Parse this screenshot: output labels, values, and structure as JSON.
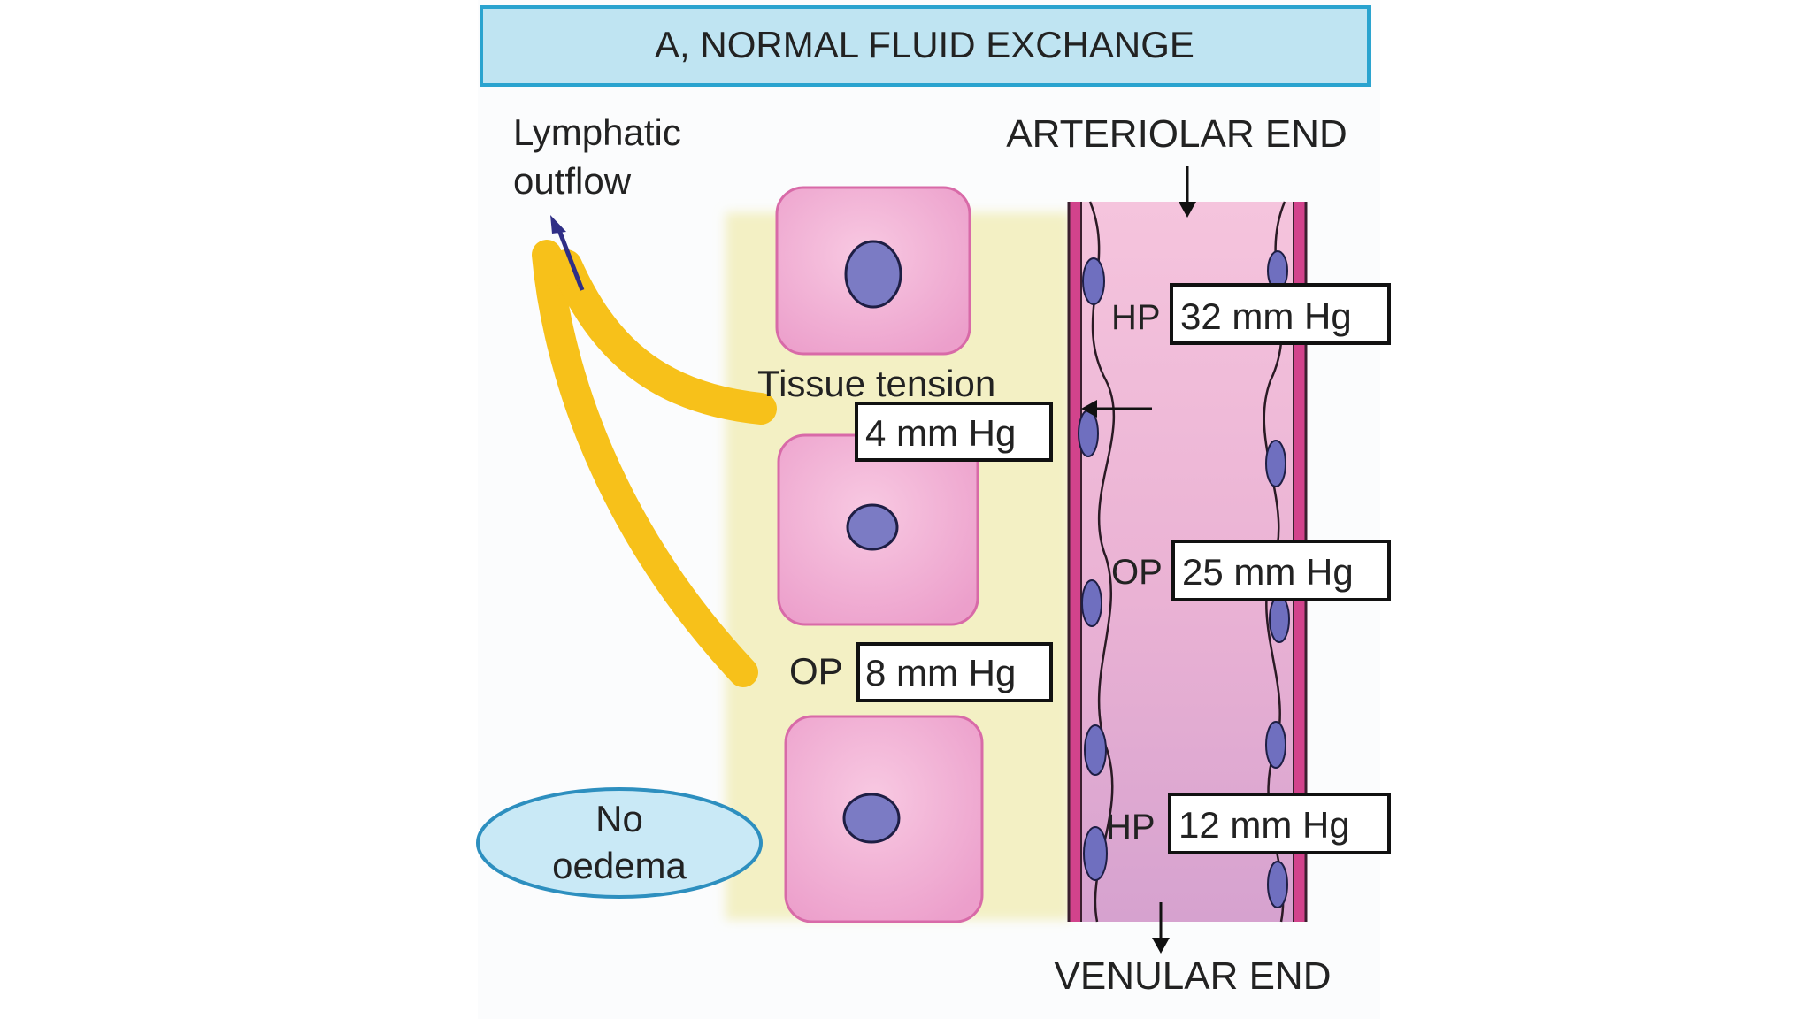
{
  "title": "A, NORMAL FLUID EXCHANGE",
  "labels": {
    "lymphatic_line1": "Lymphatic",
    "lymphatic_line2": "outflow",
    "arteriolar_end": "ARTERIOLAR  END",
    "venular_end": "VENULAR END",
    "tissue_tension": "Tissue tension",
    "tissue_op_prefix": "OP",
    "vessel_hp_prefix": "HP",
    "vessel_op_prefix": "OP",
    "venular_hp_prefix": "HP",
    "no_oedema_line1": "No",
    "no_oedema_line2": "oedema"
  },
  "pressures": {
    "arteriolar_hp": "32 mm Hg",
    "tissue_tension": "4 mm Hg",
    "vessel_op": "25 mm Hg",
    "tissue_op": "8 mm Hg",
    "venular_hp": "12 mm Hg"
  },
  "colors": {
    "title_fill": "#bfe4f2",
    "title_border": "#2aa3cf",
    "interstitium": "#f3f0c4",
    "cell_fill": "#f2b3d6",
    "cell_stroke": "#d86aa8",
    "nucleus": "#7b7bc4",
    "vessel_wall": "#d2438c",
    "lymph": "#f7c11a",
    "oval_fill": "#c9e9f6",
    "oval_stroke": "#2d8fbf"
  }
}
